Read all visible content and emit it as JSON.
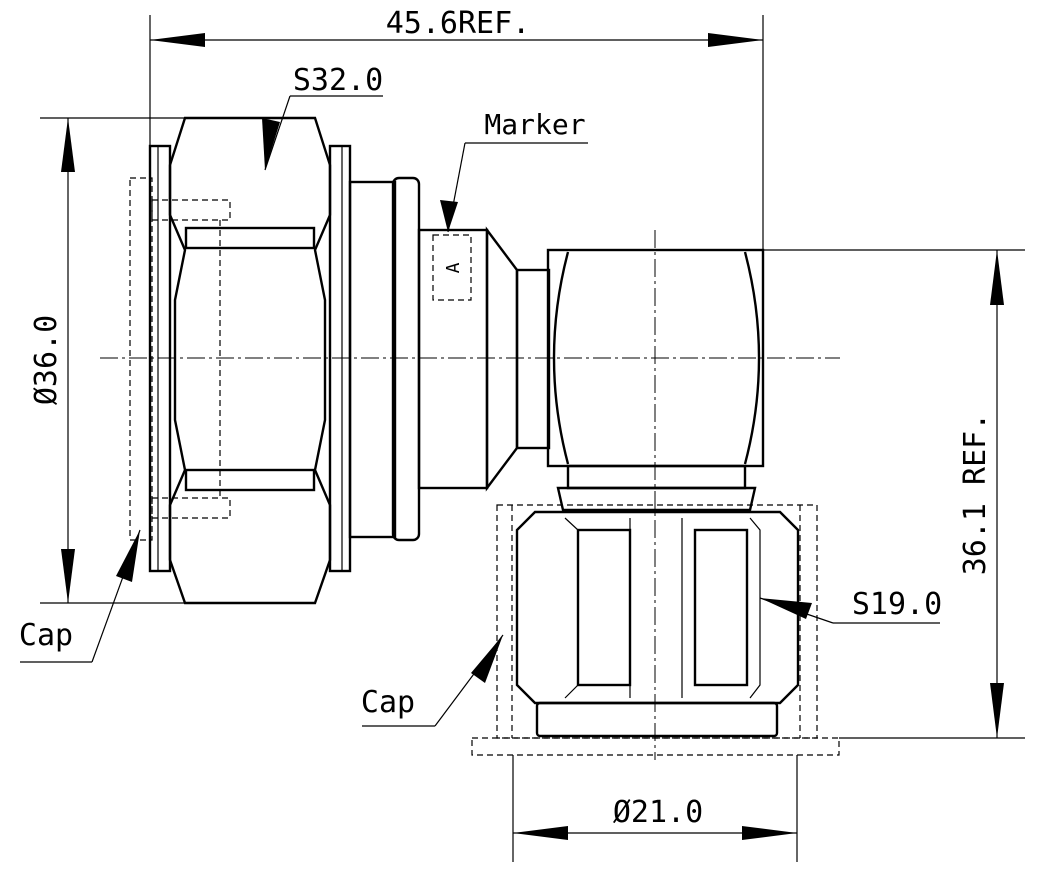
{
  "dimensions": {
    "overall_length": "45.6REF.",
    "nut_hex": "S32.0",
    "marker": "Marker",
    "marker_letter": "A",
    "diameter_large": "Ø36.0",
    "height_ref": "36.1 REF.",
    "small_hex": "S19.0",
    "cap_left": "Cap",
    "cap_bottom": "Cap",
    "diameter_small": "Ø21.0"
  }
}
